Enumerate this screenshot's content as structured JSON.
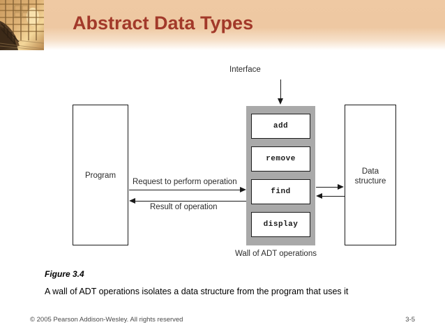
{
  "slide": {
    "title": "Abstract Data Types",
    "title_color": "#a2392a",
    "header_bg_color": "#efc9a3",
    "header_photo_name": "scaffolding-construction-photo"
  },
  "figure": {
    "interface_label": "Interface",
    "program_box_label": "Program",
    "data_structure_label_line1": "Data",
    "data_structure_label_line2": "structure",
    "wall_caption": "Wall of ADT operations",
    "request_arrow_label": "Request to perform operation",
    "result_arrow_label": "Result of operation",
    "wall_color": "#a9a9a9",
    "operations": [
      {
        "name": "add"
      },
      {
        "name": "remove"
      },
      {
        "name": "find"
      },
      {
        "name": "display"
      }
    ]
  },
  "caption": {
    "figure_number": "Figure 3.4",
    "text": "A wall of ADT operations isolates a data structure from the program that uses it"
  },
  "footer": {
    "copyright": "© 2005 Pearson Addison-Wesley. All rights reserved",
    "page_number": "3-5"
  }
}
